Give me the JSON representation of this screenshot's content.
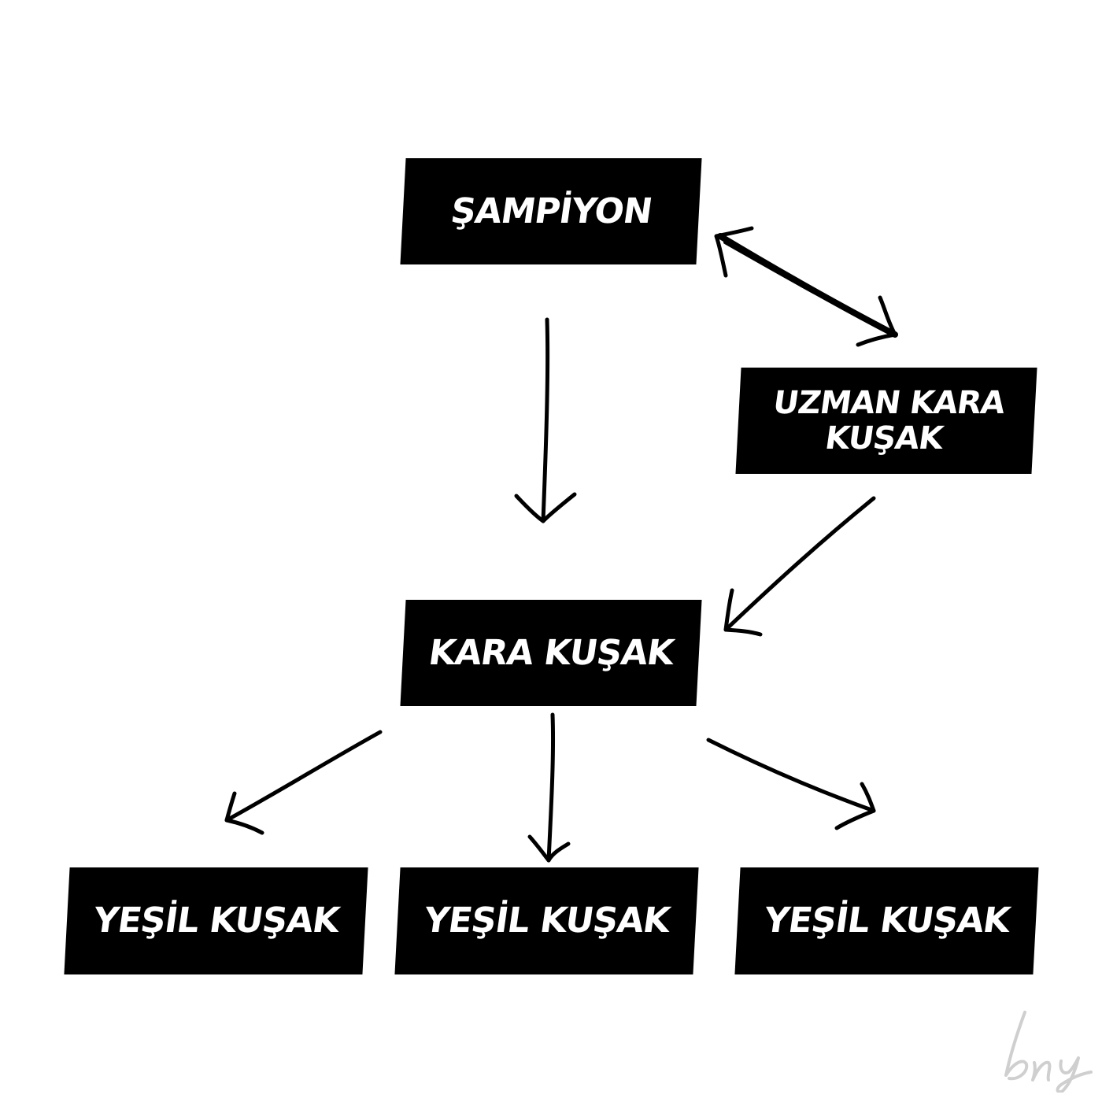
{
  "nodes": {
    "champion": "ŞAMPİYON",
    "expert_black_belt": "UZMAN KARA KUŞAK",
    "black_belt": "KARA KUŞAK",
    "green_belt_1": "YEŞİL KUŞAK",
    "green_belt_2": "YEŞİL KUŞAK",
    "green_belt_3": "YEŞİL KUŞAK"
  },
  "edges": [
    {
      "from": "champion",
      "to": "black_belt",
      "direction": "forward"
    },
    {
      "from": "champion",
      "to": "expert_black_belt",
      "direction": "both"
    },
    {
      "from": "expert_black_belt",
      "to": "black_belt",
      "direction": "forward"
    },
    {
      "from": "black_belt",
      "to": "green_belt_1",
      "direction": "forward"
    },
    {
      "from": "black_belt",
      "to": "green_belt_2",
      "direction": "forward"
    },
    {
      "from": "black_belt",
      "to": "green_belt_3",
      "direction": "forward"
    }
  ],
  "watermark": "bny",
  "colors": {
    "background": "#ffffff",
    "node_fill": "#000000",
    "node_text": "#ffffff",
    "arrow": "#000000",
    "watermark": "#cfcfcf"
  }
}
